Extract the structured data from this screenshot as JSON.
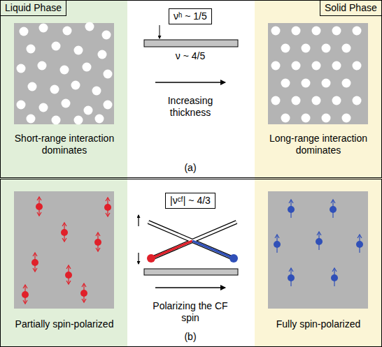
{
  "diagram": {
    "nodes": [
      {
        "text": [
          "Liquid Phase"
        ]
      },
      {
        "text": [
          "Solid Phase"
        ]
      },
      {
        "text": [
          "νʰ ~ 1/5"
        ]
      },
      {
        "text": [
          "|νᶜᶠ| ~ 4/3"
        ]
      }
    ],
    "labels": [
      "ν ~ 4/5",
      "Increasing thickness",
      "(a)",
      "Short-range interaction dominates",
      "Long-range interaction dominates",
      "Polarizing the CF spin",
      "(b)",
      "Partially spin-polarized",
      "Fully spin-polarized"
    ]
  }
}
